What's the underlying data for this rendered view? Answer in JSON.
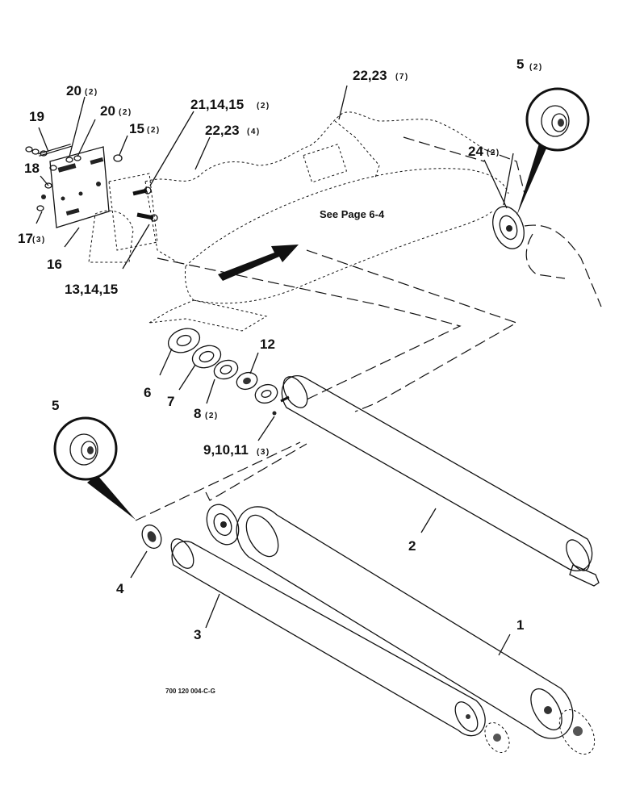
{
  "labels": {
    "l1": "1",
    "l2": "2",
    "l3": "3",
    "l4": "4",
    "l5_top": "5",
    "l5_top_qty": "(2)",
    "l5_left": "5",
    "l6": "6",
    "l7": "7",
    "l8": "8",
    "l8_qty": "(2)",
    "l9": "9,10,11",
    "l9_qty": "(3)",
    "l12": "12",
    "l13": "13,14,15",
    "l15": "15",
    "l15_qty": "(2)",
    "l16": "16",
    "l17": "17",
    "l17_qty": "(3)",
    "l18": "18",
    "l19": "19",
    "l20a": "20",
    "l20a_qty": "(2)",
    "l20b": "20",
    "l20b_qty": "(2)",
    "l21": "21,14,15",
    "l21_qty": "(2)",
    "l22a": "22,23",
    "l22a_qty": "(7)",
    "l22b": "22,23",
    "l22b_qty": "(4)",
    "l24": "24",
    "l24_qty": "(2)"
  },
  "note": "See Page 6-4",
  "drawing_number": "700 120 004-C-G"
}
